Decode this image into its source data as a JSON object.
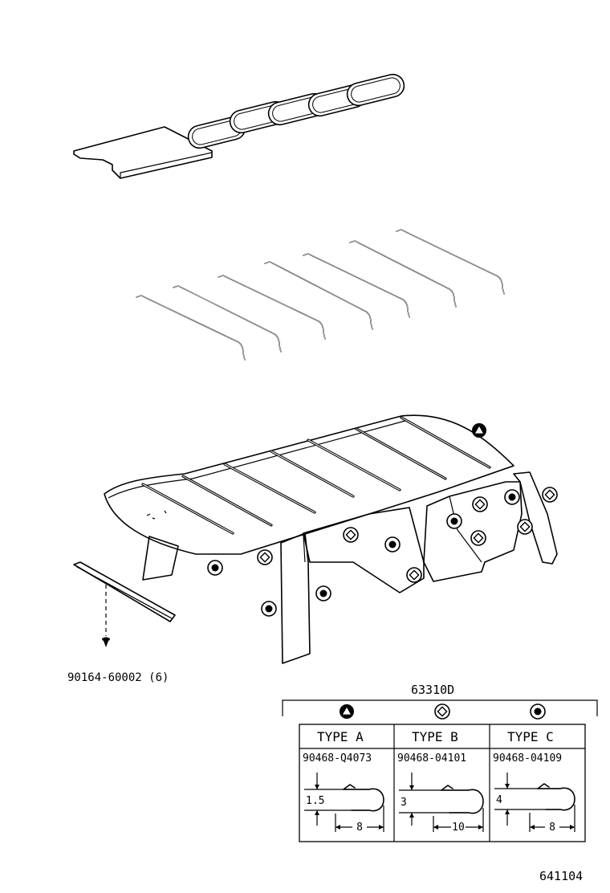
{
  "screw_part": "90164-60002 (6)",
  "assembly_number": "63310D",
  "diagram_number": "641104",
  "clip_types": [
    {
      "symbol": "triangle-symbol",
      "type": "TYPE  A",
      "part_no": "90468-Q4073",
      "height": "1.5",
      "width": "8"
    },
    {
      "symbol": "diamond-symbol",
      "type": "TYPE  B",
      "part_no": "90468-04101",
      "height": "3",
      "width": "10"
    },
    {
      "symbol": "circle-dot-symbol",
      "type": "TYPE  C",
      "part_no": "90468-04109",
      "height": "4",
      "width": "8"
    }
  ]
}
